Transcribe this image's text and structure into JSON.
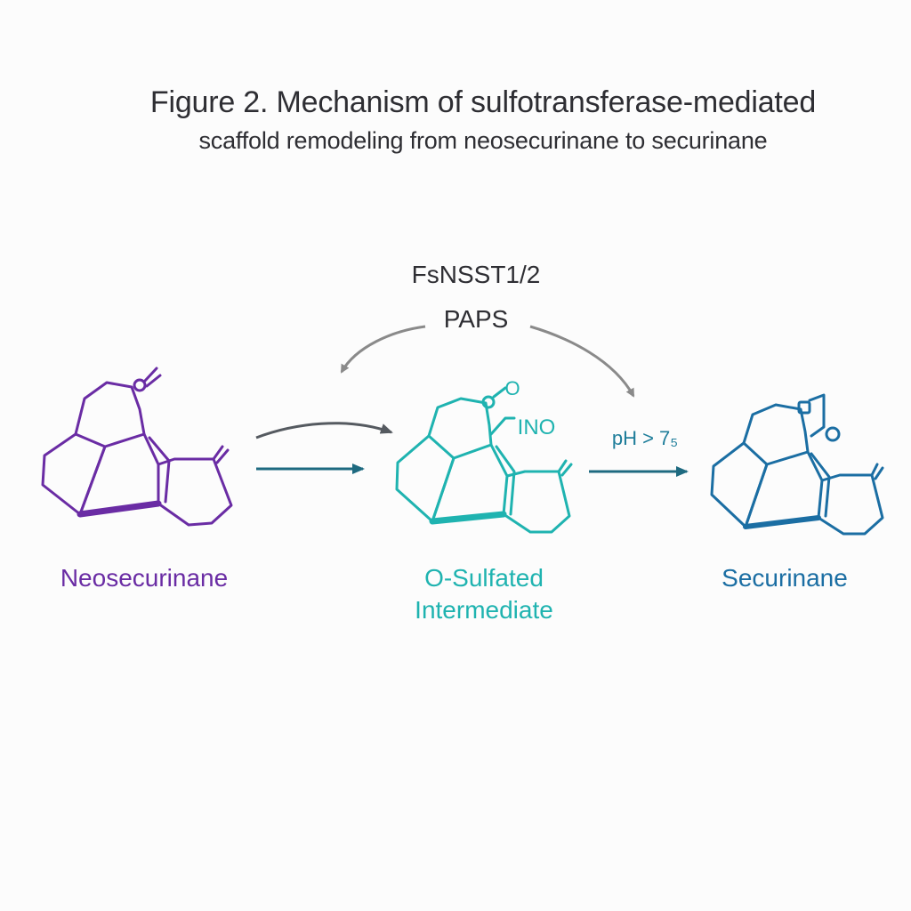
{
  "figure": {
    "title_line1": "Figure 2. Mechanism of sulfotransferase-mediated",
    "title_line2": "scaffold remodeling from neosecurinane to securinane"
  },
  "reaction": {
    "enzyme": "FsNSST1/2",
    "cofactor": "PAPS",
    "sulfate_group": "INO",
    "carbonyl_atom": "O",
    "condition": "pH > 7₅"
  },
  "compounds": [
    {
      "name": "Neosecurinane",
      "color": "#6a2ca4"
    },
    {
      "name_line1": "O-Sulfated",
      "name_line2": "Intermediate",
      "color": "#1fb3b0"
    },
    {
      "name": "Securinane",
      "color": "#1b6ea3"
    }
  ],
  "colors": {
    "title": "#2e2e33",
    "curved_arrow": "#8a8a8a",
    "straight_arrow": "#1e6a80"
  }
}
